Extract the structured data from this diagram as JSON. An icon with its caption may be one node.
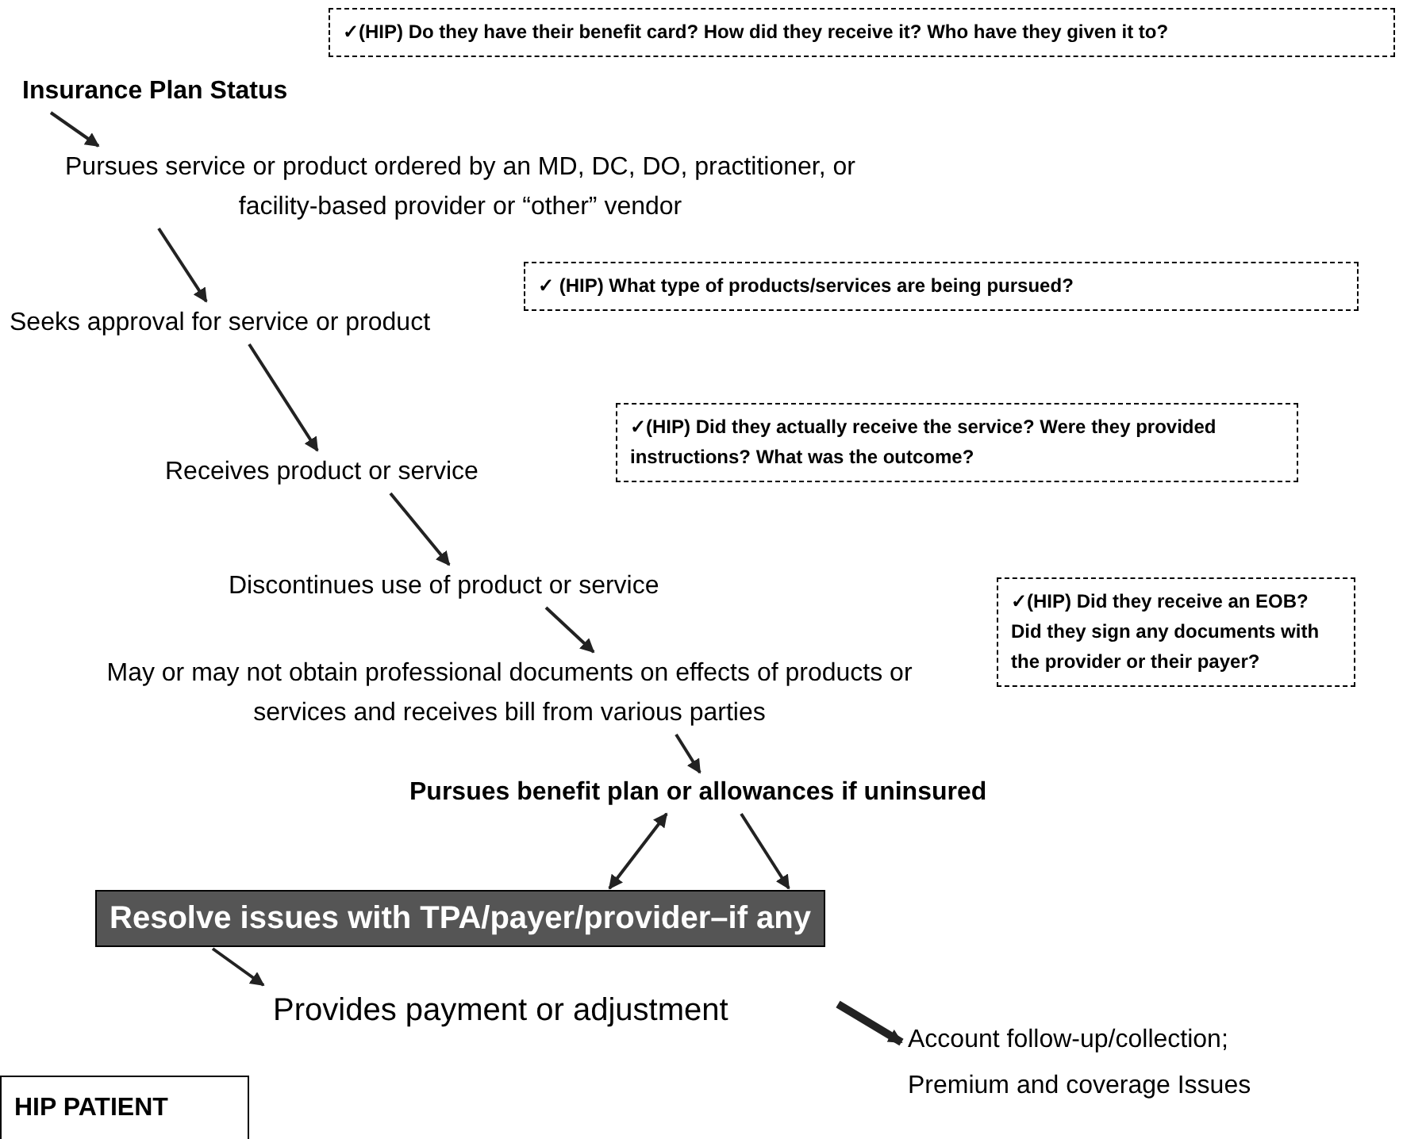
{
  "diagram": {
    "nodes": [
      {
        "text": [
          "Insurance Plan Status"
        ]
      },
      {
        "text": [
          "Pursues service or product ordered by an MD, DC, DO, practitioner, or facility-based provider or “other” vendor"
        ]
      },
      {
        "text": [
          "Seeks approval for service or product"
        ]
      },
      {
        "text": [
          "Receives product or service"
        ]
      },
      {
        "text": [
          "Discontinues use of product or service"
        ]
      },
      {
        "text": [
          "May or may not obtain professional documents on effects of products or services and receives bill from various parties"
        ]
      },
      {
        "text": [
          "Pursues benefit plan or allowances if uninsured"
        ]
      },
      {
        "text": [
          "Resolve issues with TPA/payer/provider–if any"
        ]
      },
      {
        "text": [
          "Provides payment or adjustment"
        ]
      },
      {
        "text": [
          "Account follow-up/collection; Premium and coverage Issues"
        ]
      },
      {
        "text": [
          "HIP PATIENT"
        ]
      },
      {
        "text": [
          "✓(HIP) Do they have their benefit card? How did they receive it? Who have they given it to?"
        ]
      },
      {
        "text": [
          "✓ (HIP) What type of products/services are being pursued?"
        ]
      },
      {
        "text": [
          "✓(HIP) Did they actually receive the service? Were they provided instructions? What was the outcome?"
        ]
      },
      {
        "text": [
          "✓(HIP) Did they receive an EOB? Did they sign any documents with the provider or their payer?"
        ]
      }
    ],
    "edges": [
      {
        "from": 0,
        "to": 1,
        "arrow": "to"
      },
      {
        "from": 1,
        "to": 2,
        "arrow": "to"
      },
      {
        "from": 2,
        "to": 3,
        "arrow": "to"
      },
      {
        "from": 3,
        "to": 4,
        "arrow": "to"
      },
      {
        "from": 4,
        "to": 5,
        "arrow": "to"
      },
      {
        "from": 5,
        "to": 6,
        "arrow": "to"
      },
      {
        "from": 6,
        "to": 7,
        "arrow": "both"
      },
      {
        "from": 6,
        "to": 7,
        "arrow": "to"
      },
      {
        "from": 7,
        "to": 8,
        "arrow": "to"
      },
      {
        "from": null,
        "to": 9,
        "arrow": "to",
        "style": "thick"
      }
    ]
  }
}
